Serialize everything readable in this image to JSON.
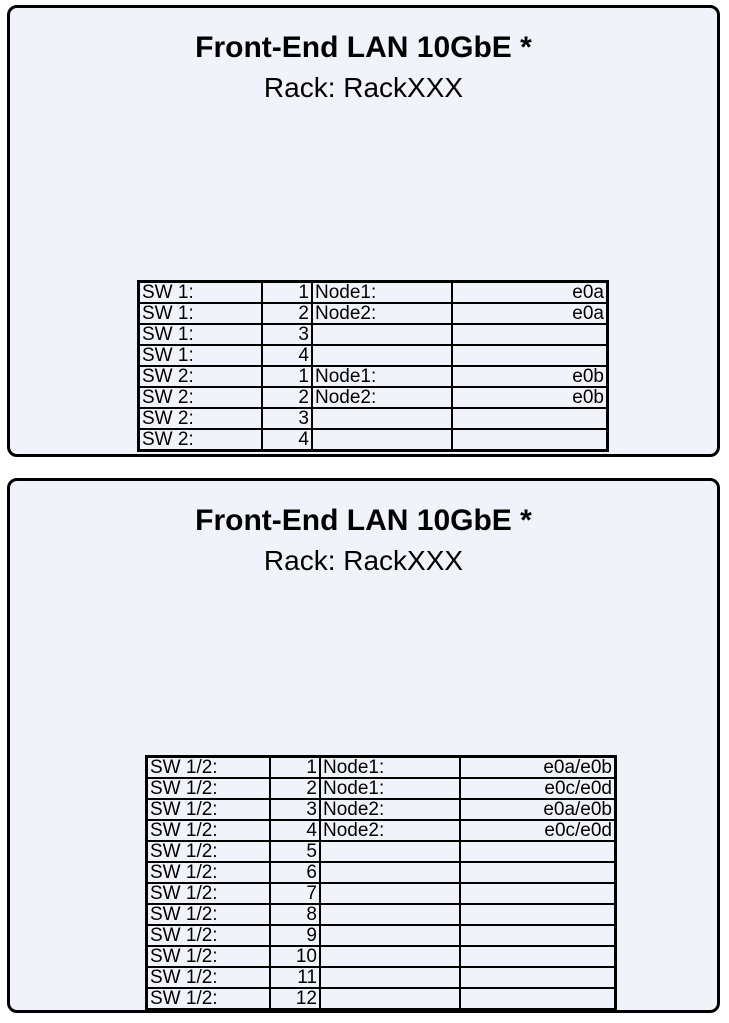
{
  "colors": {
    "page_bg": "#ffffff",
    "panel_bg": "#f0f4fa",
    "panel_border": "#000000",
    "table_border": "#000000",
    "text": "#000000"
  },
  "panels": [
    {
      "title": "Front-End LAN 10GbE *",
      "subtitle": "Rack: RackXXX",
      "rows": [
        {
          "sw": "SW 1:",
          "port": "1",
          "node": "Node1:",
          "iface": "e0a"
        },
        {
          "sw": "SW 1:",
          "port": "2",
          "node": "Node2:",
          "iface": "e0a"
        },
        {
          "sw": "SW 1:",
          "port": "3",
          "node": "",
          "iface": ""
        },
        {
          "sw": "SW 1:",
          "port": "4",
          "node": "",
          "iface": ""
        },
        {
          "sw": "SW 2:",
          "port": "1",
          "node": "Node1:",
          "iface": "e0b"
        },
        {
          "sw": "SW 2:",
          "port": "2",
          "node": "Node2:",
          "iface": "e0b"
        },
        {
          "sw": "SW 2:",
          "port": "3",
          "node": "",
          "iface": ""
        },
        {
          "sw": "SW 2:",
          "port": "4",
          "node": "",
          "iface": ""
        }
      ]
    },
    {
      "title": "Front-End LAN 10GbE *",
      "subtitle": "Rack: RackXXX",
      "rows": [
        {
          "sw": "SW 1/2:",
          "port": "1",
          "node": "Node1:",
          "iface": "e0a/e0b"
        },
        {
          "sw": "SW 1/2:",
          "port": "2",
          "node": "Node1:",
          "iface": "e0c/e0d"
        },
        {
          "sw": "SW 1/2:",
          "port": "3",
          "node": "Node2:",
          "iface": "e0a/e0b"
        },
        {
          "sw": "SW 1/2:",
          "port": "4",
          "node": "Node2:",
          "iface": "e0c/e0d"
        },
        {
          "sw": "SW 1/2:",
          "port": "5",
          "node": "",
          "iface": ""
        },
        {
          "sw": "SW 1/2:",
          "port": "6",
          "node": "",
          "iface": ""
        },
        {
          "sw": "SW 1/2:",
          "port": "7",
          "node": "",
          "iface": ""
        },
        {
          "sw": "SW 1/2:",
          "port": "8",
          "node": "",
          "iface": ""
        },
        {
          "sw": "SW 1/2:",
          "port": "9",
          "node": "",
          "iface": ""
        },
        {
          "sw": "SW 1/2:",
          "port": "10",
          "node": "",
          "iface": ""
        },
        {
          "sw": "SW 1/2:",
          "port": "11",
          "node": "",
          "iface": ""
        },
        {
          "sw": "SW 1/2:",
          "port": "12",
          "node": "",
          "iface": ""
        }
      ]
    }
  ]
}
